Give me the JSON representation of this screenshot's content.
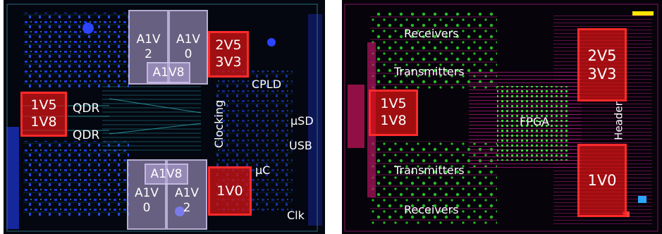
{
  "colors": {
    "power_block": "#e01414",
    "power_border": "#ff2a2a",
    "analog_block": "#baaade",
    "left_board_bg": "#04070f",
    "right_board_bg": "#07030a",
    "pad_blue": "#1e3cff",
    "pad_green": "#2bd12b",
    "trace_magenta": "#c01a8a"
  },
  "left_board": {
    "power_2v5_3v3": "2V5\n3V3",
    "power_1v5_1v8": "1V5\n1V8",
    "power_1v0": "1V0",
    "a1v2_top": "A1V\n2",
    "a1v0_top": "A1V\n0",
    "a1v8_top": "A1V8",
    "a1v8_bottom": "A1V8",
    "a1v0_bottom": "A1V\n0",
    "a1v2_bottom": "A1V\n2",
    "qdr_top": "QDR",
    "qdr_bottom": "QDR",
    "clocking": "Clocking",
    "cpld": "CPLD",
    "usd": "µSD",
    "usb": "USB",
    "uc": "µC",
    "clk": "Clk"
  },
  "right_board": {
    "receivers_top": "Receivers",
    "transmitters_top": "Transmitters",
    "power_2v5_3v3": "2V5\n3V3",
    "power_1v5_1v8": "1V5\n1V8",
    "fpga": "FPGA",
    "header": "Header",
    "transmitters_bottom": "Transmitters",
    "power_1v0": "1V0",
    "receivers_bottom": "Receivers"
  }
}
